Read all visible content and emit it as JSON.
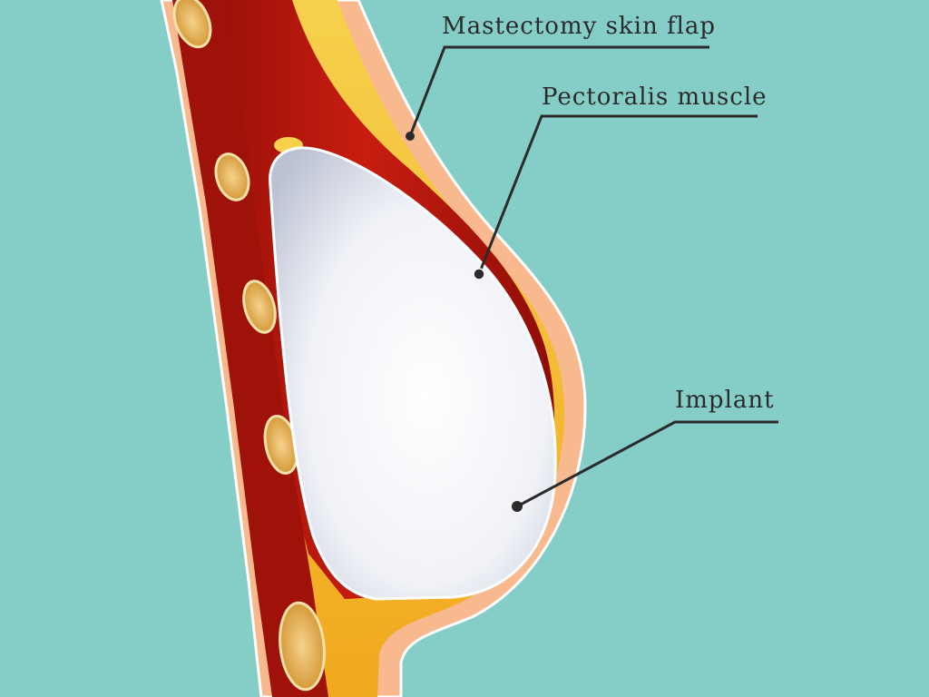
{
  "labels": {
    "skin_flap": "Mastectomy skin flap",
    "pectoralis": "Pectoralis muscle",
    "implant": "Implant"
  },
  "colors": {
    "background": "#85cec8",
    "skin": "#f7b98d",
    "fat": "#f7c531",
    "muscle": "#b5150c",
    "implant": "#f1f3f8",
    "bone": "#e6b25c",
    "leader": "#2b2b2b"
  }
}
